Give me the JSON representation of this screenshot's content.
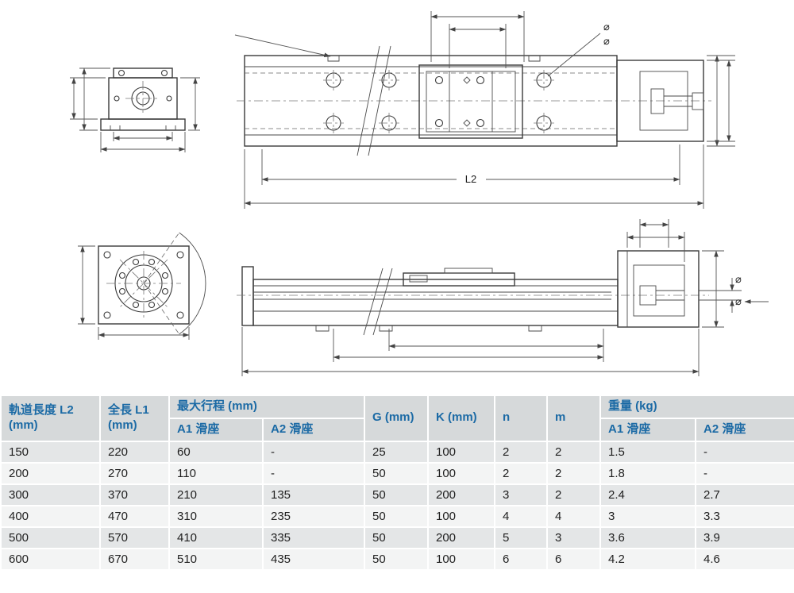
{
  "drawing": {
    "l2_label": "L2",
    "diameter_symbol": "⌀"
  },
  "table": {
    "headers": {
      "rail_length": "軌道長度 L2\n(mm)",
      "total_length": "全長 L1\n(mm)",
      "max_stroke_group": "最大行程 (mm)",
      "stroke_a1": "A1 滑座",
      "stroke_a2": "A2 滑座",
      "g": "G (mm)",
      "k": "K (mm)",
      "n": "n",
      "m": "m",
      "weight_group": "重量 (kg)",
      "weight_a1": "A1 滑座",
      "weight_a2": "A2 滑座"
    },
    "rows": [
      [
        "150",
        "220",
        "60",
        "-",
        "25",
        "100",
        "2",
        "2",
        "1.5",
        "-"
      ],
      [
        "200",
        "270",
        "110",
        "-",
        "50",
        "100",
        "2",
        "2",
        "1.8",
        "-"
      ],
      [
        "300",
        "370",
        "210",
        "135",
        "50",
        "200",
        "3",
        "2",
        "2.4",
        "2.7"
      ],
      [
        "400",
        "470",
        "310",
        "235",
        "50",
        "100",
        "4",
        "4",
        "3",
        "3.3"
      ],
      [
        "500",
        "570",
        "410",
        "335",
        "50",
        "200",
        "5",
        "3",
        "3.6",
        "3.9"
      ],
      [
        "600",
        "670",
        "510",
        "435",
        "50",
        "100",
        "6",
        "6",
        "4.2",
        "4.6"
      ]
    ]
  },
  "colors": {
    "header_text": "#1b6aa5",
    "header_bg": "#d6d9da",
    "row_odd": "#e4e6e7",
    "row_even": "#f3f4f4",
    "body_text": "#1f1f1f"
  }
}
